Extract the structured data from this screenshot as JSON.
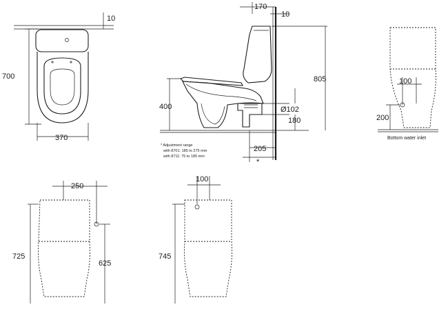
{
  "views": {
    "top": {
      "width": "370",
      "depth": "700",
      "offset": "10"
    },
    "side": {
      "tank_top": "170",
      "tank_offset": "10",
      "total_height": "805",
      "seat_height": "400",
      "outlet_diameter": "Ø102",
      "outlet_height": "180",
      "outlet_distance": "205",
      "star": "*",
      "note_title": "* Adjustment range",
      "note_line1": "with 8701: 185 to 275 mm",
      "note_line2": "with 8711:   75 to 185 mm"
    },
    "back": {
      "inlet_offset": "100",
      "inlet_height": "200",
      "inlet_label": "Bottom water inlet"
    },
    "front_a": {
      "inlet_offset": "250",
      "total_height": "725",
      "inlet_height": "625"
    },
    "front_b": {
      "inlet_offset": "100",
      "total_height": "745"
    }
  }
}
